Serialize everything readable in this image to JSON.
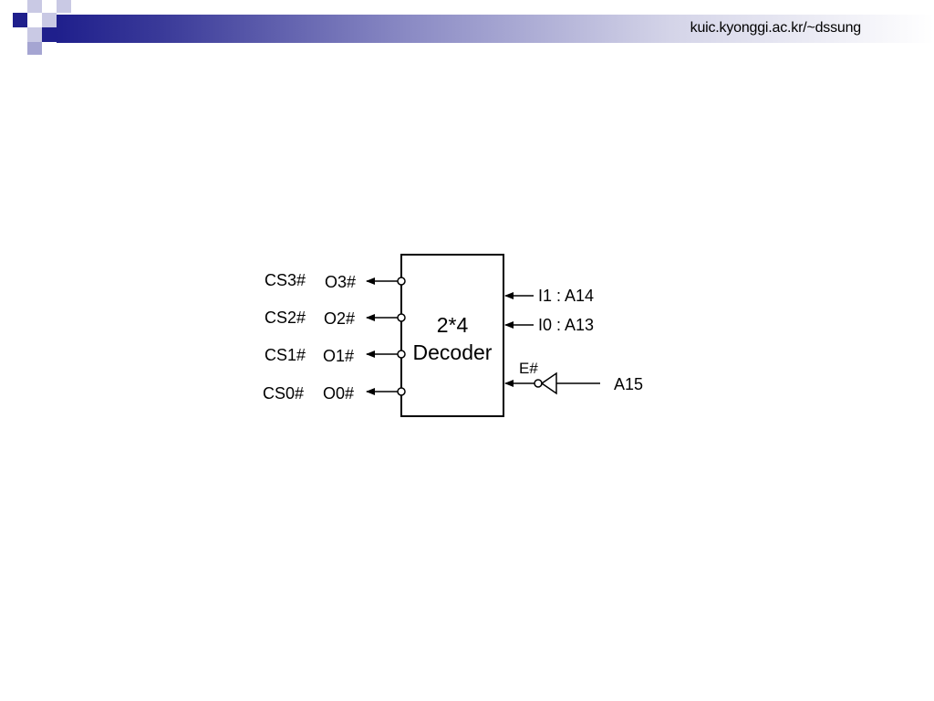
{
  "header": {
    "url": "kuic.kyonggi.ac.kr/~dssung",
    "band_color": "#1f1f8c"
  },
  "decoder": {
    "title_line1": "2*4",
    "title_line2": "Decoder",
    "outputs": [
      {
        "cs": "CS3#",
        "out": "O3#"
      },
      {
        "cs": "CS2#",
        "out": "O2#"
      },
      {
        "cs": "CS1#",
        "out": "O1#"
      },
      {
        "cs": "CS0#",
        "out": "O0#"
      }
    ],
    "inputs": [
      {
        "label": "I1 : A14"
      },
      {
        "label": "I0 : A13"
      }
    ],
    "enable": {
      "label": "E#",
      "source": "A15"
    }
  }
}
